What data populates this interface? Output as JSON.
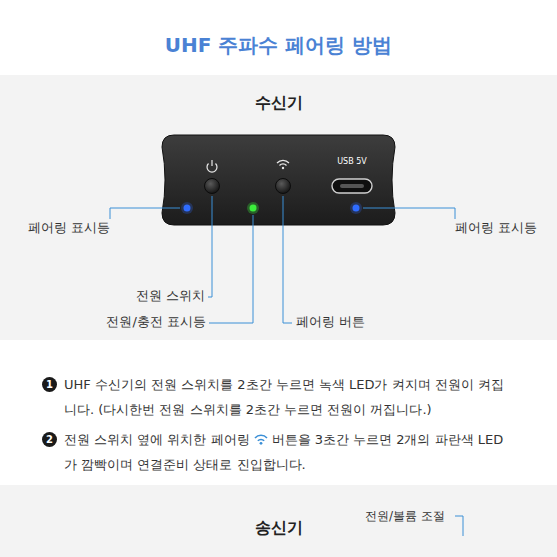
{
  "diagram": {
    "title": "UHF 주파수 페어링 방법",
    "nodes": [
      {
        "text": [
          "수신기"
        ]
      },
      {
        "text": [
          "USB 5V"
        ],
        "in": 0
      },
      {
        "text": [
          "송신기"
        ]
      }
    ],
    "labels": [
      "페어링 표시등",
      "페어링 표시등",
      "전원 스위치",
      "전원/충전 표시등",
      "페어링 버튼",
      "1",
      "UHF 수신기의 전원 스위치를 2초간 누르면 녹색 LED가 켜지며 전원이 켜집니다. (다시한번 전원 스위치를 2초간 누르면 전원이 꺼집니다.)",
      "2",
      "전원 스위치 옆에 위치한 페어링",
      "버튼을 3초간 누르면 2개의 파란색 LED가 깜빡이며 연결준비 상태로 진입합니다.",
      "전원/볼륨 조절"
    ]
  }
}
